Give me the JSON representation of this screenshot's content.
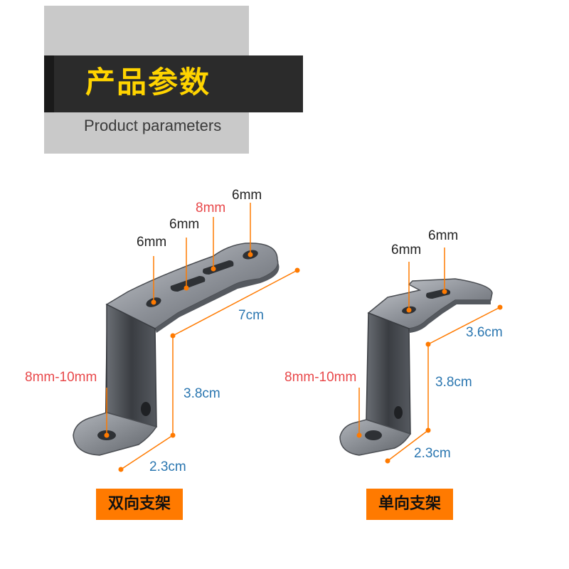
{
  "header": {
    "title": "产品参数",
    "subtitle": "Product parameters"
  },
  "colors": {
    "accent": "#ffd400",
    "caption_bg": "#ff7a00",
    "dimension_line": "#ff7a00",
    "red_label": "#e8484a",
    "blue_label": "#2a76b0"
  },
  "left_bracket": {
    "caption": "双向支架",
    "hole_labels": [
      "6mm",
      "6mm",
      "8mm",
      "6mm"
    ],
    "bottom_hole_label": "8mm-10mm",
    "length_label": "7cm",
    "height_label": "3.8cm",
    "foot_label": "2.3cm"
  },
  "right_bracket": {
    "caption": "单向支架",
    "hole_labels": [
      "6mm",
      "6mm"
    ],
    "bottom_hole_label": "8mm-10mm",
    "length_label": "3.6cm",
    "height_label": "3.8cm",
    "foot_label": "2.3cm"
  }
}
